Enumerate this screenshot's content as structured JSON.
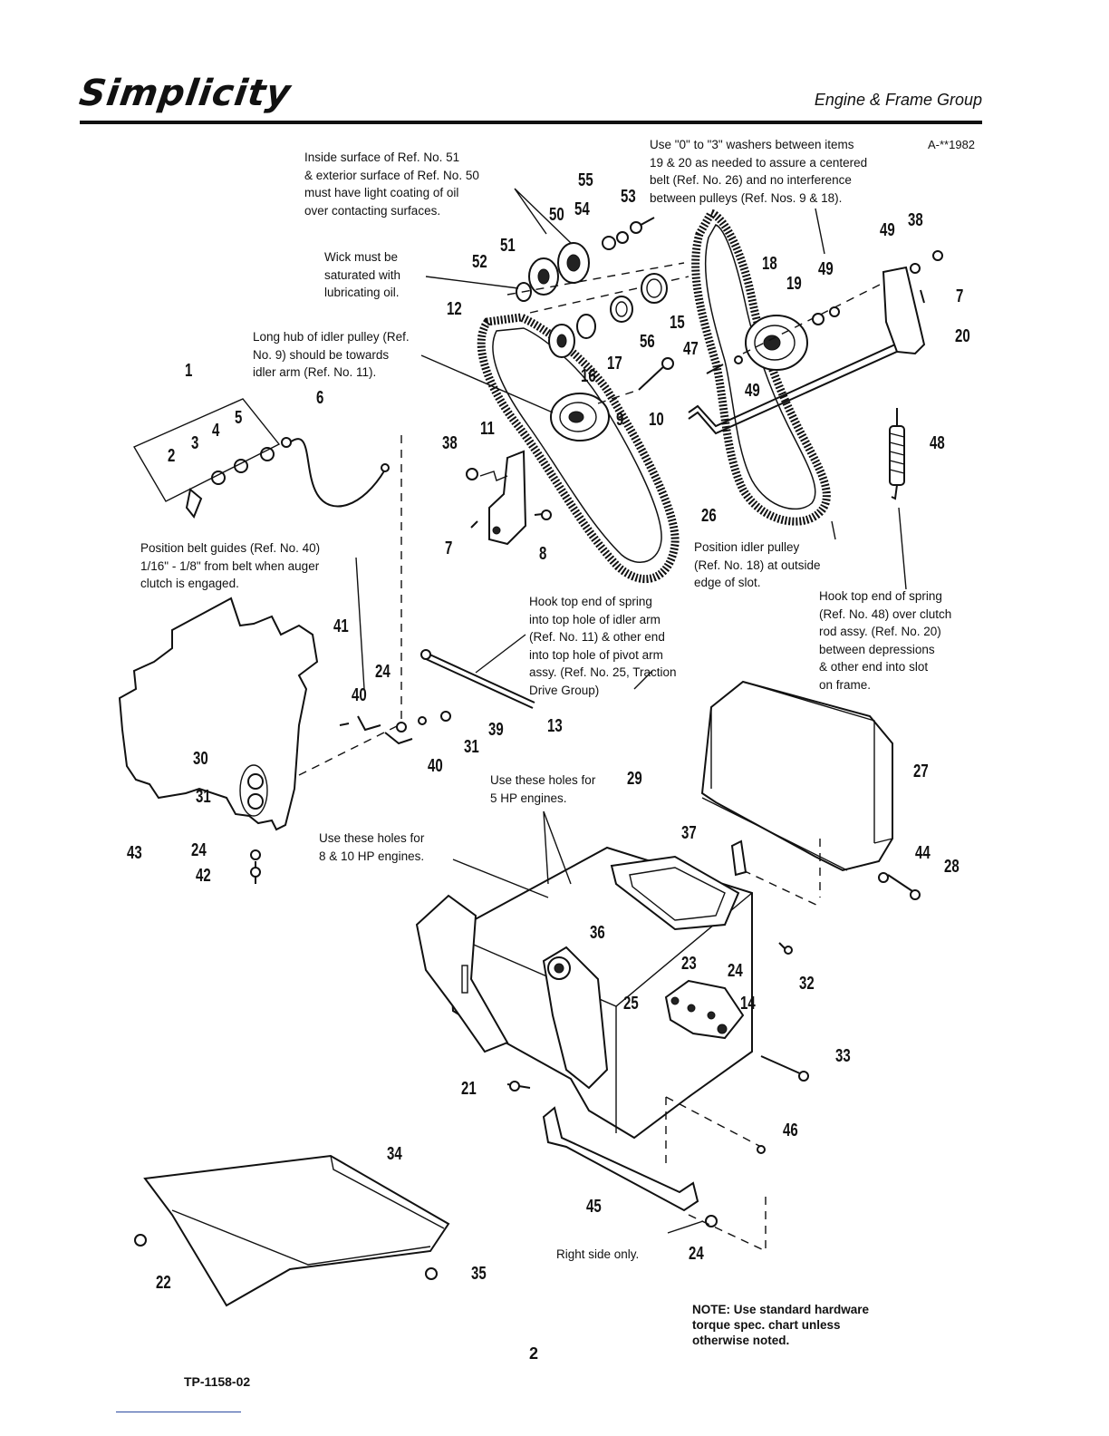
{
  "header": {
    "brand": "Simplicity",
    "section": "Engine & Frame Group"
  },
  "ref_no": "A-**1982",
  "notes": {
    "oil_coating": "Inside surface of Ref. No. 51\n& exterior surface of Ref. No. 50\nmust have light coating of oil\nover contacting surfaces.",
    "washers": "Use \"0\" to \"3\" washers between items\n19 & 20 as needed to assure a centered\nbelt (Ref. No. 26) and no interference\nbetween pulleys (Ref. Nos. 9 & 18).",
    "wick": "Wick must be\nsaturated with\nlubricating oil.",
    "long_hub": "Long hub of idler pulley (Ref.\nNo. 9) should be towards\nidler arm (Ref. No. 11).",
    "belt_guides": "Position belt guides (Ref. No. 40)\n1/16\" - 1/8\" from belt when auger\nclutch is engaged.",
    "idler_position": "Position idler pulley\n(Ref. No. 18) at outside\nedge of slot.",
    "hook_spring_48": "Hook top end of spring\n(Ref. No. 48) over clutch\nrod assy. (Ref. No. 20)\nbetween depressions\n& other end into slot\non frame.",
    "hook_spring_13": "Hook top end of spring\ninto top hole of idler arm\n(Ref. No. 11) & other end\ninto top hole of pivot arm\nassy. (Ref. No. 25, Traction\nDrive Group)",
    "holes_5hp": "Use these holes for\n5 HP engines.",
    "holes_8hp": "Use these holes for\n8 & 10 HP engines.",
    "right_side": "Right side only.",
    "torque": "NOTE: Use standard hardware\ntorque spec. chart unless\notherwise noted."
  },
  "part_numbers": [
    "1",
    "2",
    "3",
    "4",
    "5",
    "6",
    "7",
    "7",
    "8",
    "9",
    "10",
    "11",
    "12",
    "13",
    "14",
    "15",
    "16",
    "17",
    "18",
    "19",
    "20",
    "21",
    "22",
    "23",
    "24",
    "24",
    "24",
    "24",
    "24",
    "25",
    "26",
    "27",
    "28",
    "29",
    "30",
    "31",
    "31",
    "32",
    "33",
    "34",
    "35",
    "36",
    "37",
    "38",
    "38",
    "39",
    "40",
    "40",
    "41",
    "42",
    "43",
    "44",
    "45",
    "46",
    "47",
    "48",
    "49",
    "49",
    "49",
    "50",
    "51",
    "52",
    "53",
    "54",
    "55",
    "56"
  ],
  "footer": {
    "page": "2",
    "doc_code": "TP-1158-02"
  }
}
